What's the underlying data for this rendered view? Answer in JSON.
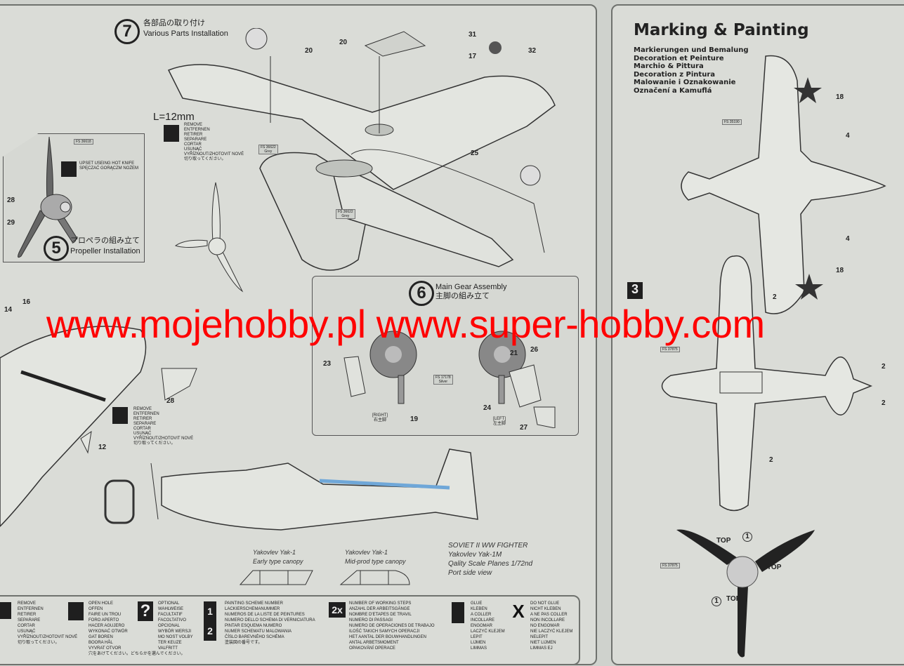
{
  "step7": {
    "number": "7",
    "title_jp": "各部品の取り付け",
    "title_en": "Various Parts Installation",
    "length_note": "L=12mm"
  },
  "step5": {
    "number": "5",
    "title_jp": "プロペラの組み立て",
    "title_en": "Propeller Installation",
    "hot_knife_note": [
      "UPSET USEING HOT KNIFE",
      "SPĘCZAĆ GORĄCZM NOŻEM"
    ],
    "fs_code": "FS 36618"
  },
  "step6": {
    "number": "6",
    "title_en": "Main Gear Assembly",
    "title_jp": "主脚の組み立て",
    "right_label": "[RIGHT]",
    "right_jp": "右主脚",
    "left_label": "[LEFT]",
    "left_jp": "左主脚"
  },
  "remove_note": [
    "REMOVE",
    "ENTFERNEN",
    "RETIRER",
    "SEPARARE",
    "CORTAR",
    "USUNĄĆ",
    "VYŘÍZNOUT/ZHOTOVIT NOVÉ",
    "切り取ってください。"
  ],
  "fs_codes": {
    "grey": "FS 36622",
    "grey_sub": "Grey",
    "silver": "FS 17178",
    "silver_sub": "Silver"
  },
  "part_numbers": {
    "step7": [
      "20",
      "20",
      "31",
      "17",
      "32",
      "25"
    ],
    "step5": [
      "28",
      "29"
    ],
    "step6": [
      "21",
      "23",
      "26",
      "19",
      "24",
      "27"
    ],
    "fuselage": [
      "14",
      "16",
      "28",
      "12"
    ],
    "marking": [
      "18",
      "4",
      "4",
      "18",
      "2",
      "2",
      "2",
      "2"
    ]
  },
  "canopies": [
    {
      "model": "Yakovlev Yak-1",
      "type": "Early type canopy"
    },
    {
      "model": "Yakovlev Yak-1",
      "type": "Mid-prod type canopy"
    }
  ],
  "profile_caption": [
    "SOVIET II WW FIGHTER",
    "Yakovlev Yak-1M",
    "Qality Scale Planes 1/72nd",
    "Port side view"
  ],
  "marking": {
    "title": "Marking & Painting",
    "subtitles": [
      "Markierungen und Bemalung",
      "Decoration et Peinture",
      "Marchio & Pittura",
      "Decoration z Pintura",
      "Malowanie i Oznakowanie",
      "Označení a Kamuflá"
    ],
    "scheme_number": "3",
    "top_label": "TOP",
    "circle_1": "1",
    "fs_light_blue": "FS 35190",
    "fs_white": "FS 37875"
  },
  "watermark": "www.mojehobby.pl www.super-hobby.com",
  "legend": [
    {
      "icon": "remove-icon",
      "symbol": "",
      "lines": [
        "REMOVE",
        "ENTFERNEN",
        "RETIRER",
        "SEPARARE",
        "CORTAR",
        "USUNĄĆ",
        "VYŘÍZNOUT/ZHOTOVIT NOVÉ",
        "切り取ってください。"
      ]
    },
    {
      "icon": "open-hole-icon",
      "symbol": "",
      "lines": [
        "OPEN HOLE",
        "OFFEN",
        "FAIRE UN TROU",
        "FORO APERTO",
        "HACER AGUJERO",
        "WYKONAĆ OTWÓR",
        "GAT BOREN",
        "BOORA HÅL",
        "VYVRAT OTVOR",
        "穴をあけてください。どちらかを選んでください。"
      ]
    },
    {
      "icon": "optional-icon",
      "symbol": "?",
      "lines": [
        "OPTIONAL",
        "WAHLWEISE",
        "FACULTATIF",
        "FACOLTATIVO",
        "OPCIONAL",
        "WYBÓR WERSJI",
        "MO NOST VOLBY",
        "TER KEUZE",
        "VALFRITT"
      ]
    },
    {
      "icon": "painting-scheme-icon",
      "symbol": "1 2",
      "lines": [
        "PAINTING SCHEME NUMBER",
        "LACKIERSCHEMANUMMER",
        "NUMEROS DE LA LISTE DE PEINTURES",
        "NUMERO DELLO SCHEMA DI VERNICIATURA",
        "PINTAR ESQUEMA NUMERO",
        "NUMER SCHEMATU MALOWANIA",
        "ČÍSLO BAREVNÉHO SCHÉMA",
        "塗装図の番号です。"
      ]
    },
    {
      "icon": "working-steps-icon",
      "symbol": "2x",
      "lines": [
        "NUMBER OF WORKING STEPS",
        "ANZAHL DER ARBEITSGÄNGE",
        "NOMBRE D'ETAPES DE TRAVIL",
        "NUMERO DI PASSAGI",
        "NUMERO DE OPERACIONES DE TRABAJO",
        "ILOŚĆ TAKICH SAMYCH OPERACJI",
        "HET AANTAL DER BOUWHANDLINGEN",
        "ANTAL ARBETSMOMENT",
        "OPAKOVÁNÍ OPERACE"
      ]
    },
    {
      "icon": "glue-icon",
      "symbol": "",
      "lines": [
        "GLUE",
        "KLEBEN",
        "A COLLER",
        "INCOLLARE",
        "ENGOMAR",
        "LACZYĆ KLEJEM",
        "LEPIT",
        "LIJMEN",
        "LIMMAS"
      ]
    },
    {
      "icon": "do-not-glue-icon",
      "symbol": "X",
      "lines": [
        "DO NOT GLUE",
        "NICHT KLEBEN",
        "A NE PAS COLLER",
        "NON INCOLLARE",
        "NO ENGOMAR",
        "NIE LACZYĆ KLEJEM",
        "NELEPIT",
        "NIET LIJMEN",
        "LIMMAS EJ"
      ]
    }
  ]
}
